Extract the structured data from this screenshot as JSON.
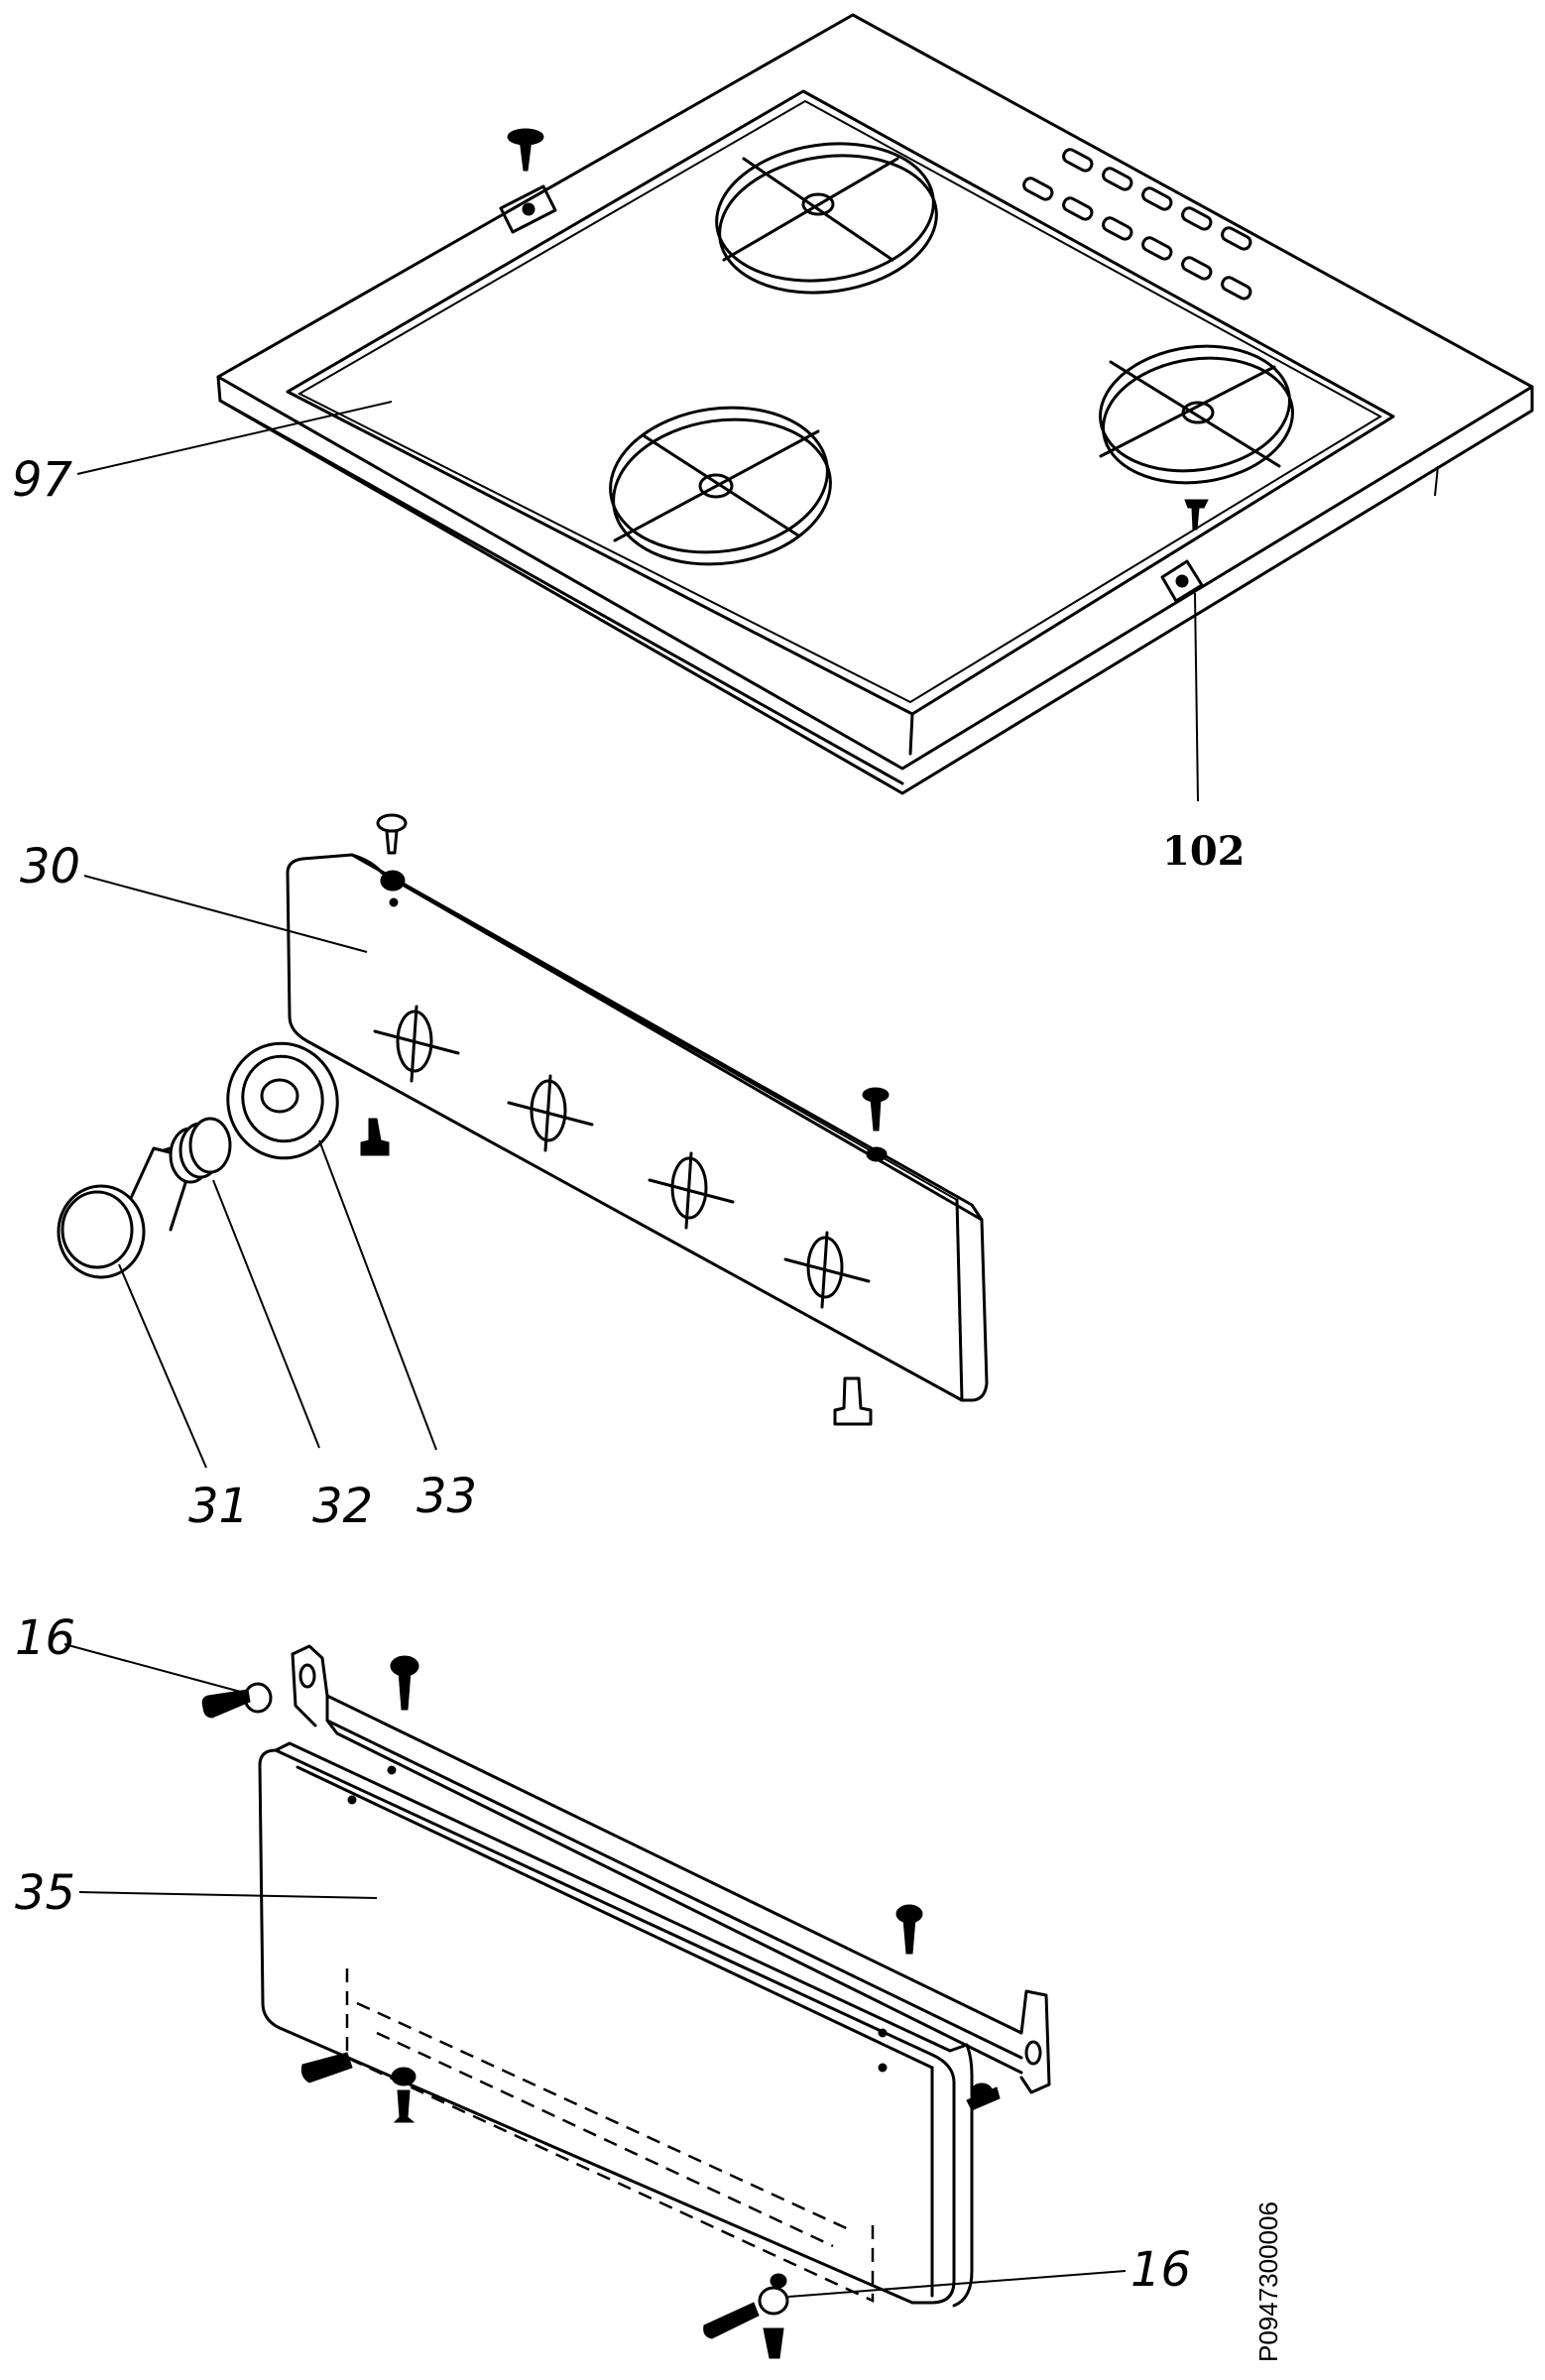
{
  "labels": {
    "hob": "97",
    "hob_fixing": "102",
    "control_panel": "30",
    "knob": "31",
    "spring": "32",
    "bezel": "33",
    "lower_panel": "35",
    "washer_top": "16",
    "washer_bottom": "16"
  },
  "drawing_code": "P0947300006"
}
